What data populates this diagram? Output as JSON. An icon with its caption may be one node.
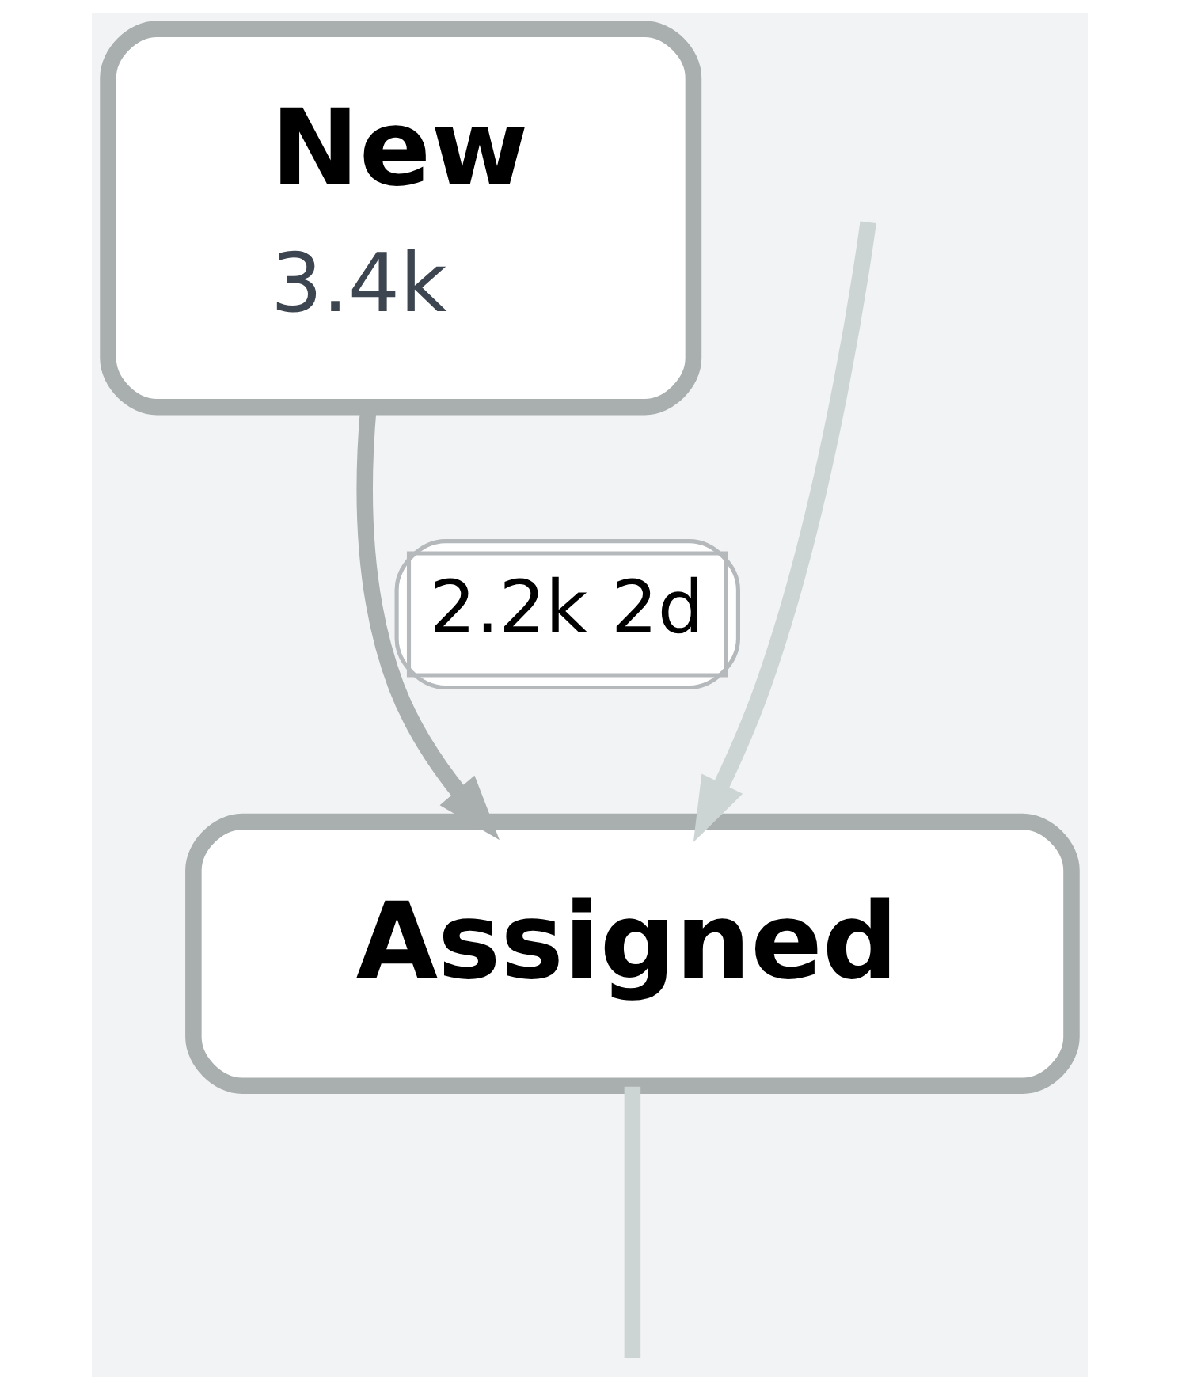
{
  "diagram": {
    "nodes": [
      {
        "text": [
          "New",
          "3.4k"
        ]
      },
      {
        "text": [
          "Assigned"
        ]
      }
    ],
    "edges": [
      {
        "from": null,
        "to": 1,
        "arrow": "to",
        "color": "#cdd5d4"
      },
      {
        "from": 0,
        "to": 1,
        "arrow": "to",
        "label": "2.2k 2d"
      },
      {
        "from": 1,
        "to": null,
        "arrow": "none",
        "color": "#cdd5d4"
      }
    ]
  }
}
